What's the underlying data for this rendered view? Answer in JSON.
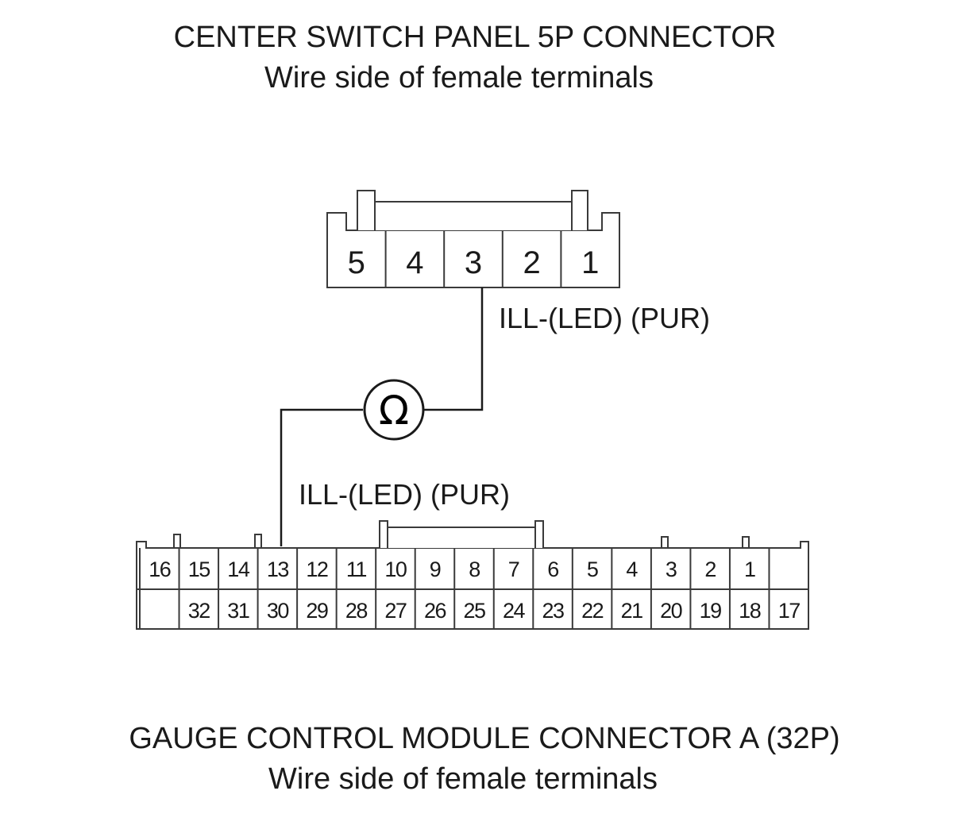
{
  "top_connector": {
    "title": "CENTER SWITCH PANEL 5P CONNECTOR",
    "subtitle": "Wire side of female terminals",
    "pins": [
      "5",
      "4",
      "3",
      "2",
      "1"
    ]
  },
  "bottom_connector": {
    "title": "GAUGE CONTROL MODULE CONNECTOR A (32P)",
    "subtitle": "Wire side of female terminals",
    "row_top": [
      "16",
      "15",
      "14",
      "13",
      "12",
      "11",
      "10",
      "9",
      "8",
      "7",
      "6",
      "5",
      "4",
      "3",
      "2",
      "1",
      ""
    ],
    "row_bottom": [
      "",
      "32",
      "31",
      "30",
      "29",
      "28",
      "27",
      "26",
      "25",
      "24",
      "23",
      "22",
      "21",
      "20",
      "19",
      "18",
      "17"
    ]
  },
  "wires": {
    "top_label": "ILL-(LED) (PUR)",
    "bottom_label": "ILL-(LED) (PUR)"
  },
  "meter": {
    "symbol": "Ω",
    "icon": "ohmmeter-icon"
  }
}
